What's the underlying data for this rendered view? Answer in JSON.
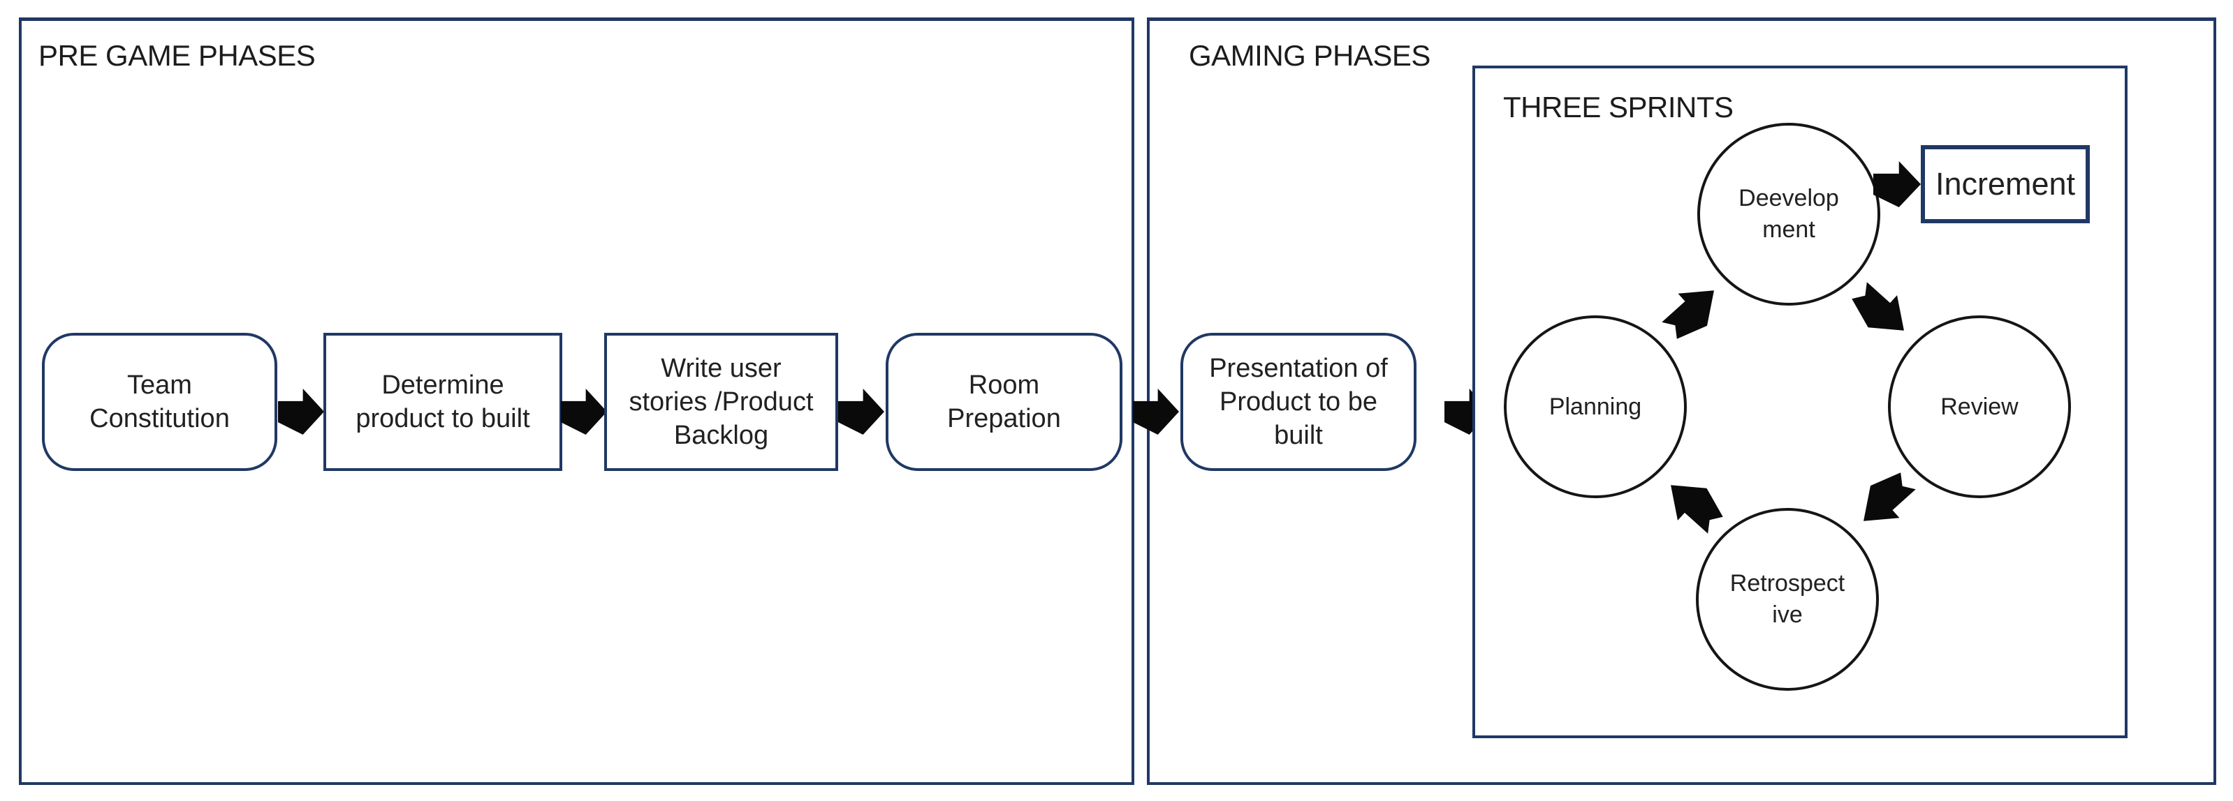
{
  "pre_game": {
    "title": "PRE GAME PHASES",
    "steps": [
      {
        "name": "team-constitution",
        "lines": [
          "Team",
          "Constitution"
        ]
      },
      {
        "name": "determine-product",
        "lines": [
          "Determine",
          "product to built"
        ]
      },
      {
        "name": "write-user-stories",
        "lines": [
          "Write user",
          "stories /Product",
          "Backlog"
        ]
      },
      {
        "name": "room-prepation",
        "lines": [
          "Room",
          "Prepation"
        ]
      }
    ]
  },
  "gaming": {
    "title": "GAMING PHASES",
    "presentation": {
      "lines": [
        "Presentation of",
        "Product to be",
        "built"
      ]
    },
    "three_sprints": {
      "title": "THREE SPRINTS",
      "increment_label": "Increment",
      "cycle": {
        "development": {
          "lines": [
            "Deevelop",
            "ment"
          ]
        },
        "planning": {
          "lines": [
            "Planning"
          ]
        },
        "review": {
          "lines": [
            "Review"
          ]
        },
        "retrospective": {
          "lines": [
            "Retrospect",
            "ive"
          ]
        }
      }
    }
  },
  "icons": {
    "flow_arrow": "right-block-arrow",
    "cycle_arrows": [
      "up-right-arrow",
      "down-right-arrow",
      "down-left-arrow",
      "up-left-arrow"
    ]
  },
  "colors": {
    "panel_border": "#203864",
    "box_border": "#203864",
    "circle_border": "#151515",
    "arrow_fill": "#0a0a0a",
    "text": "#212121",
    "background": "#ffffff"
  }
}
